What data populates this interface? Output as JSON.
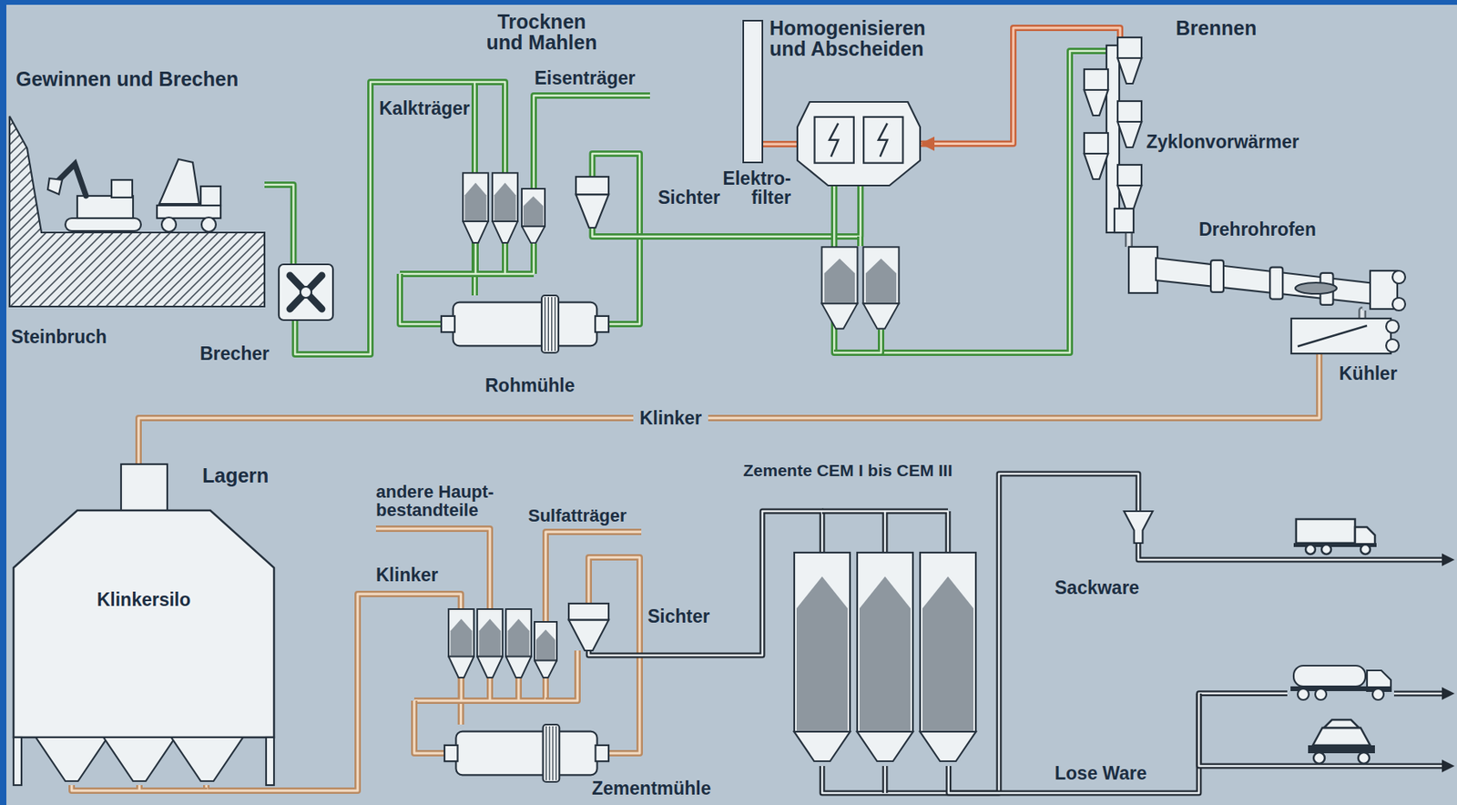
{
  "diagram": {
    "nodes": [
      {
        "text": [
          "Steinbruch"
        ]
      },
      {
        "text": [
          "Brecher"
        ]
      },
      {
        "text": [
          "Rohmühle"
        ]
      },
      {
        "text": [
          "Sichter"
        ]
      },
      {
        "text": [
          "Elektro- filter"
        ]
      },
      {
        "text": [
          "Zyklonvorwärmer"
        ]
      },
      {
        "text": [
          "Drehrohrofen"
        ]
      },
      {
        "text": [
          "Kühler"
        ]
      },
      {
        "text": [
          "Klinkersilo"
        ]
      },
      {
        "text": [
          "Zementmühle"
        ]
      },
      {
        "text": [
          "Sichter"
        ]
      },
      {
        "text": [
          "Zemente CEM I bis CEM III"
        ]
      },
      {
        "text": [
          "Sackware"
        ]
      },
      {
        "text": [
          "Lose Ware"
        ]
      }
    ],
    "edges": [
      {
        "from": 0,
        "to": 1,
        "arrow": "none"
      },
      {
        "from": 1,
        "to": 2,
        "arrow": "none"
      },
      {
        "from": 2,
        "to": 3,
        "arrow": "none"
      },
      {
        "from": 3,
        "to": 4,
        "arrow": "none"
      },
      {
        "from": 4,
        "to": 5,
        "arrow": "none"
      },
      {
        "from": 5,
        "to": 4,
        "arrow": "to"
      },
      {
        "from": 5,
        "to": 6,
        "arrow": "none"
      },
      {
        "from": 6,
        "to": 7,
        "arrow": "none"
      },
      {
        "from": 7,
        "to": 8,
        "label": "Klinker",
        "arrow": "none"
      },
      {
        "from": 8,
        "to": 9,
        "arrow": "none"
      },
      {
        "from": 9,
        "to": 10,
        "arrow": "none"
      },
      {
        "from": 10,
        "to": 11,
        "arrow": "none"
      },
      {
        "from": 11,
        "to": 12,
        "arrow": "none"
      },
      {
        "from": 11,
        "to": 13,
        "arrow": "none"
      }
    ],
    "labels": [
      "Gewinnen und Brechen",
      "Trocknen und Mahlen",
      "Kalkträger",
      "Eisenträger",
      "Homogenisieren und Abscheiden",
      "Brennen",
      "Lagern",
      "andere Haupt- bestandteile",
      "Sulfatträger",
      "Klinker"
    ]
  }
}
